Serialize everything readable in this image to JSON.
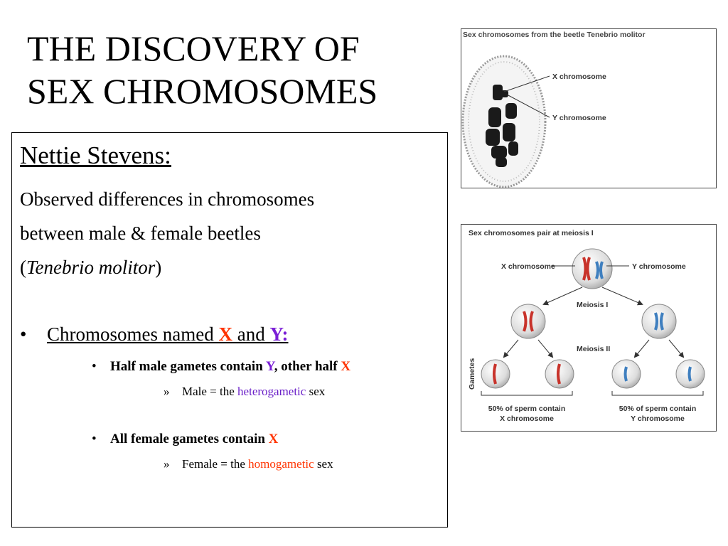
{
  "title": {
    "line1": "THE DISCOVERY OF",
    "line2": "SEX CHROMOSOMES"
  },
  "content": {
    "heading": "Nettie Stevens:",
    "line1": "Observed differences in chromosomes",
    "line2": "between male & female beetles",
    "line3_open": "(",
    "line3_species": "Tenebrio molitor",
    "line3_close": ")",
    "bullet_marker": "•",
    "bullet_text": "Chromosomes named ",
    "bullet_x": "X",
    "bullet_and": " and ",
    "bullet_y": "Y:",
    "sub_marker": "•",
    "sub1_text": "Half male gametes contain ",
    "sub1_y": "Y",
    "sub1_mid": ", other half ",
    "sub1_x": "X",
    "subsub_marker": "»",
    "subsub1_text": "Male = the ",
    "subsub1_term": "heterogametic",
    "subsub1_end": " sex",
    "sub2_text": "All female gametes contain ",
    "sub2_x": "X",
    "subsub2_text": "Female = the ",
    "subsub2_term": "homogametic",
    "subsub2_end": " sex"
  },
  "figure1": {
    "title": "Sex chromosomes from the beetle Tenebrio molitor",
    "x_label": "X chromosome",
    "y_label": "Y chromosome"
  },
  "figure2": {
    "title": "Sex chromosomes pair at meiosis I",
    "x_label": "X chromosome",
    "y_label": "Y chromosome",
    "meiosis1": "Meiosis I",
    "meiosis2": "Meiosis II",
    "gametes": "Gametes",
    "left_caption_1": "50% of sperm contain",
    "left_caption_2": "X chromosome",
    "right_caption_1": "50% of sperm contain",
    "right_caption_2": "Y chromosome"
  },
  "colors": {
    "x_red": "#ff3300",
    "y_purple": "#7a1fd6",
    "x_chrom": "#c8332b",
    "y_chrom": "#3f7fbf"
  }
}
